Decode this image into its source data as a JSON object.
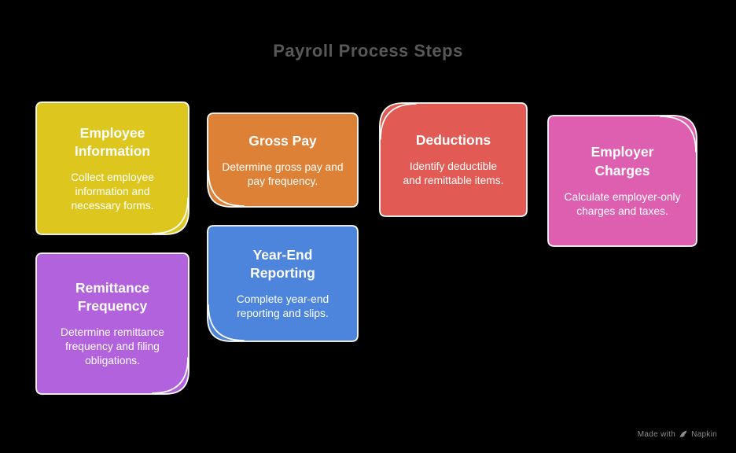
{
  "title": "Payroll Process Steps",
  "title_color": "#57575a",
  "background_color": "#000000",
  "text_color": "#ffffff",
  "notes": [
    {
      "id": "employee-information",
      "title": "Employee Information",
      "body": "Collect employee information and necessary forms.",
      "color": "#ddc71e",
      "fold_corner": "bottom-right"
    },
    {
      "id": "gross-pay",
      "title": "Gross Pay",
      "body": "Determine gross pay and pay frequency.",
      "color": "#dd8136",
      "fold_corner": "bottom-left"
    },
    {
      "id": "deductions",
      "title": "Deductions",
      "body": "Identify deductible and remittable items.",
      "color": "#e15b54",
      "fold_corner": "top-left"
    },
    {
      "id": "employer-charges",
      "title": "Employer Charges",
      "body": "Calculate employer-only charges and taxes.",
      "color": "#de5fb0",
      "fold_corner": "top-right"
    },
    {
      "id": "remittance-frequency",
      "title": "Remittance Frequency",
      "body": "Determine remittance frequency and filing obligations.",
      "color": "#b362de",
      "fold_corner": "bottom-right"
    },
    {
      "id": "year-end-reporting",
      "title": "Year-End Reporting",
      "body": "Complete year-end reporting and slips.",
      "color": "#4c85db",
      "fold_corner": "bottom-left"
    }
  ],
  "watermark": {
    "prefix": "Made with",
    "brand": "Napkin",
    "color": "#8d8d8d"
  }
}
